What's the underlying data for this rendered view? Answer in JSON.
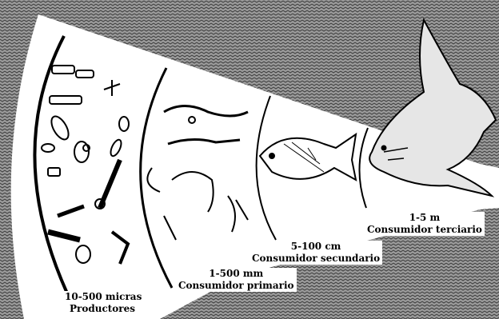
{
  "levels": [
    {
      "size": "10-500 micras",
      "role": "Productores"
    },
    {
      "size": "1-500 mm",
      "role": "Consumidor primario"
    },
    {
      "size": "5-100 cm",
      "role": "Consumidor secundario"
    },
    {
      "size": "1-5 m",
      "role": "Consumidor terciario"
    }
  ],
  "icons": [
    "phytoplankton-icon",
    "zooplankton-icon",
    "fish-icon",
    "shark-icon"
  ]
}
